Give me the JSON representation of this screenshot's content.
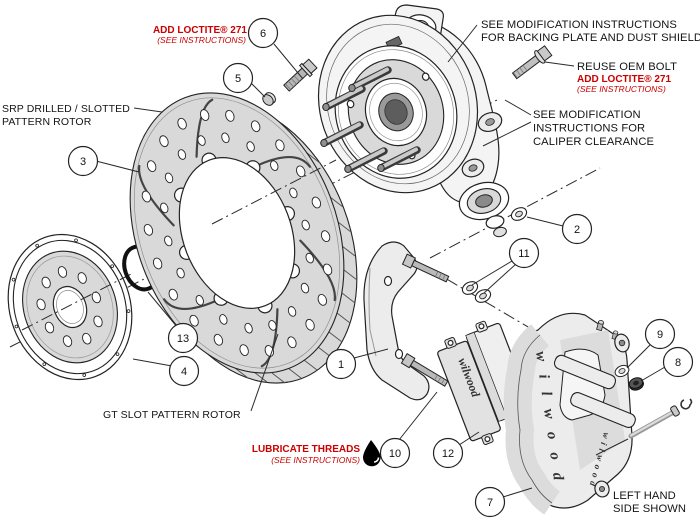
{
  "colors": {
    "annotation_red": "#cc0000",
    "line_black": "#232323",
    "part_grey": "#d9d9d9"
  },
  "icons": {
    "lubricant_drop_icon": "black-droplet"
  },
  "labels": {
    "srp_rotor_1": "SRP DRILLED / SLOTTED",
    "srp_rotor_2": "PATTERN ROTOR",
    "gt_rotor": "GT SLOT PATTERN ROTOR",
    "add_loctite": "ADD LOCTITE® 271",
    "see_instructions": "(SEE INSTRUCTIONS)",
    "backing_1": "SEE MODIFICATION INSTRUCTIONS",
    "backing_2": "FOR BACKING PLATE AND DUST SHIELD",
    "reuse_oem_bolt": "REUSE OEM BOLT",
    "clearance_1": "SEE MODIFICATION",
    "clearance_2": "INSTRUCTIONS FOR",
    "clearance_3": "CALIPER CLEARANCE",
    "lubricate": "LUBRICATE THREADS",
    "left_hand_1": "LEFT HAND",
    "left_hand_2": "SIDE SHOWN",
    "brand_script": "wilwood"
  },
  "callouts": {
    "c1": "1",
    "c2": "2",
    "c3": "3",
    "c4": "4",
    "c5": "5",
    "c6": "6",
    "c7": "7",
    "c8": "8",
    "c9": "9",
    "c10": "10",
    "c11": "11",
    "c12": "12",
    "c13": "13"
  }
}
